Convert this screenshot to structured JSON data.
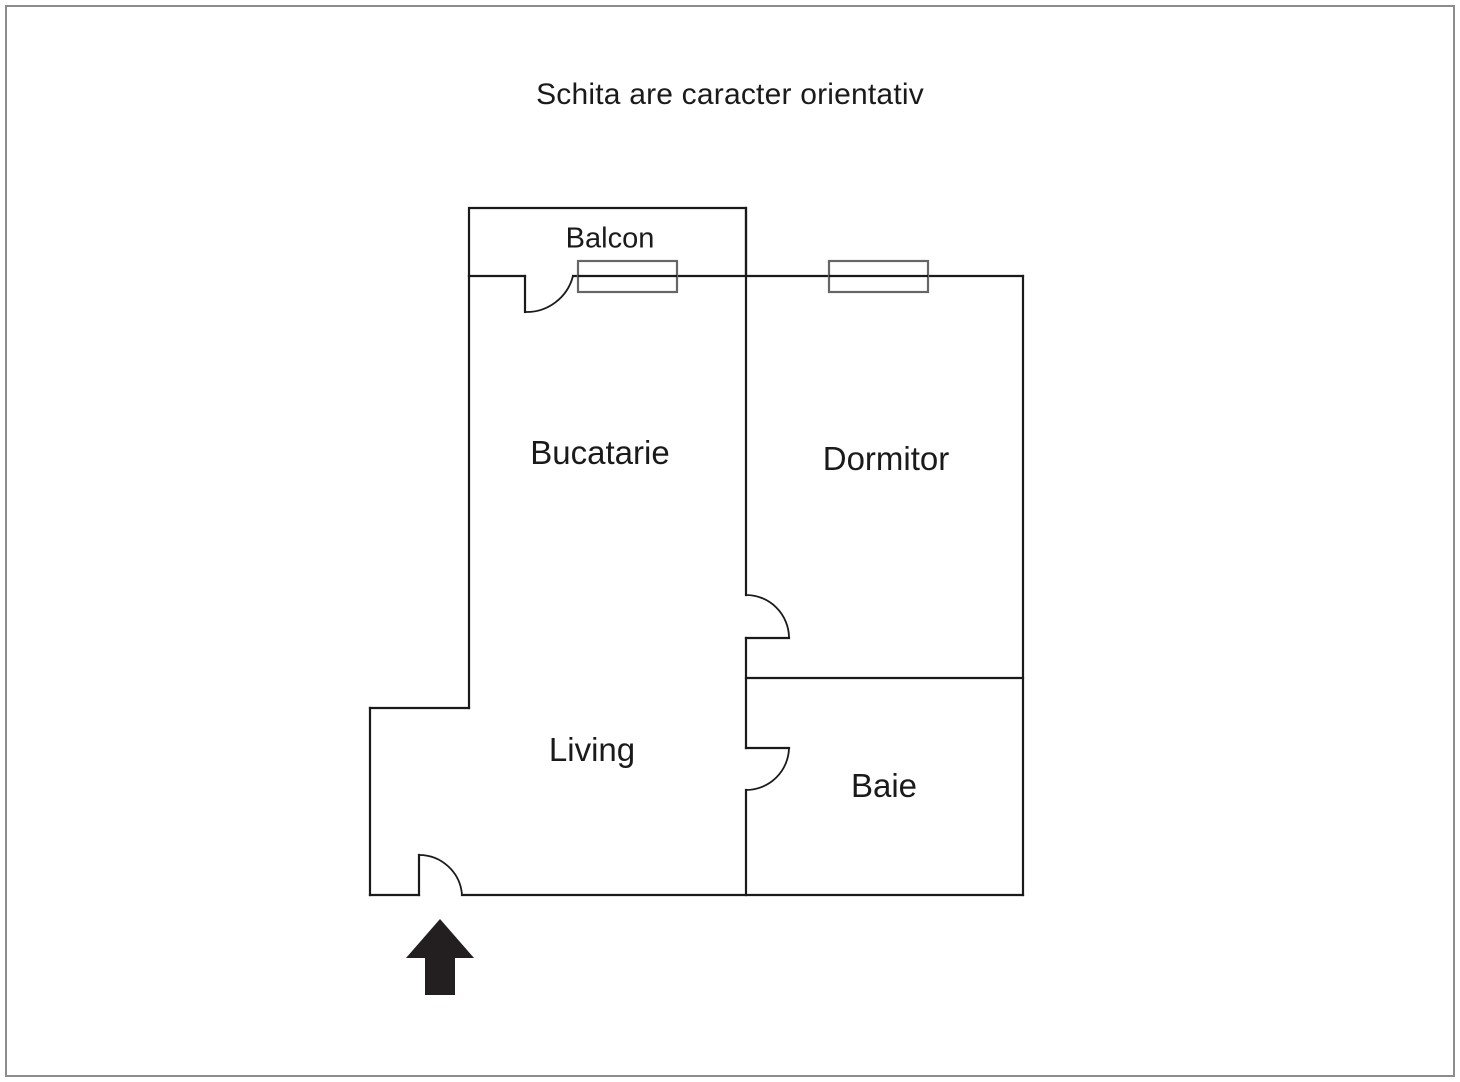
{
  "page": {
    "title": "Schita are caracter orientativ",
    "background_color": "#ffffff",
    "border_color": "#8c8c8c",
    "line_color": "#1a1a1a",
    "window_color": "#666666",
    "arrow_color": "#231f20"
  },
  "plan": {
    "rooms": [
      {
        "id": "balcon",
        "label": "Balcon"
      },
      {
        "id": "bucatarie",
        "label": "Bucatarie"
      },
      {
        "id": "dormitor",
        "label": "Dormitor"
      },
      {
        "id": "living",
        "label": "Living"
      },
      {
        "id": "baie",
        "label": "Baie"
      }
    ],
    "features": [
      {
        "id": "balcony-door",
        "name": "balcony-door-swing"
      },
      {
        "id": "window-left",
        "name": "window-kitchen"
      },
      {
        "id": "window-right",
        "name": "window-bedroom"
      },
      {
        "id": "door-dormitor",
        "name": "door-bedroom-swing"
      },
      {
        "id": "door-baie",
        "name": "door-bathroom-swing"
      },
      {
        "id": "door-entrance",
        "name": "entrance-door-swing"
      },
      {
        "id": "entry-arrow",
        "name": "entrance-direction-arrow"
      }
    ]
  }
}
